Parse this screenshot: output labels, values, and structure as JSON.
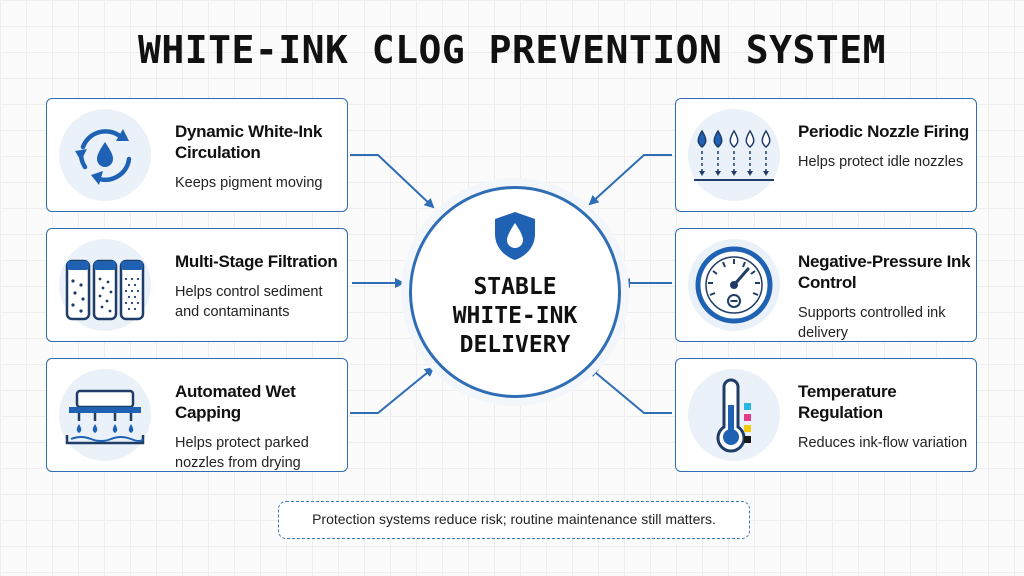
{
  "title": "WHITE-INK CLOG PREVENTION SYSTEM",
  "center": {
    "lines": [
      "STABLE",
      "WHITE-INK",
      "DELIVERY"
    ],
    "icon": "shield-drop-icon"
  },
  "left_cards": [
    {
      "title": "Dynamic White-Ink Circulation",
      "desc": "Keeps pigment moving",
      "icon": "circulation-icon"
    },
    {
      "title": "Multi-Stage Filtration",
      "desc": "Helps control sediment and contaminants",
      "icon": "filter-cartridges-icon"
    },
    {
      "title": "Automated Wet Capping",
      "desc": "Helps protect parked nozzles from drying",
      "icon": "wet-capping-icon"
    }
  ],
  "right_cards": [
    {
      "title": "Periodic Nozzle Firing",
      "desc": "Helps protect idle nozzles",
      "icon": "nozzle-firing-icon"
    },
    {
      "title": "Negative-Pressure Ink Control",
      "desc": "Supports controlled ink delivery",
      "icon": "pressure-gauge-icon"
    },
    {
      "title": "Temperature Regulation",
      "desc": "Reduces ink-flow variation",
      "icon": "thermometer-icon"
    }
  ],
  "note": "Protection systems reduce risk; routine maintenance still matters.",
  "colors": {
    "accent": "#2f6db5",
    "icon_fill": "#1f62b3",
    "icon_bg": "#eaf1f8"
  }
}
